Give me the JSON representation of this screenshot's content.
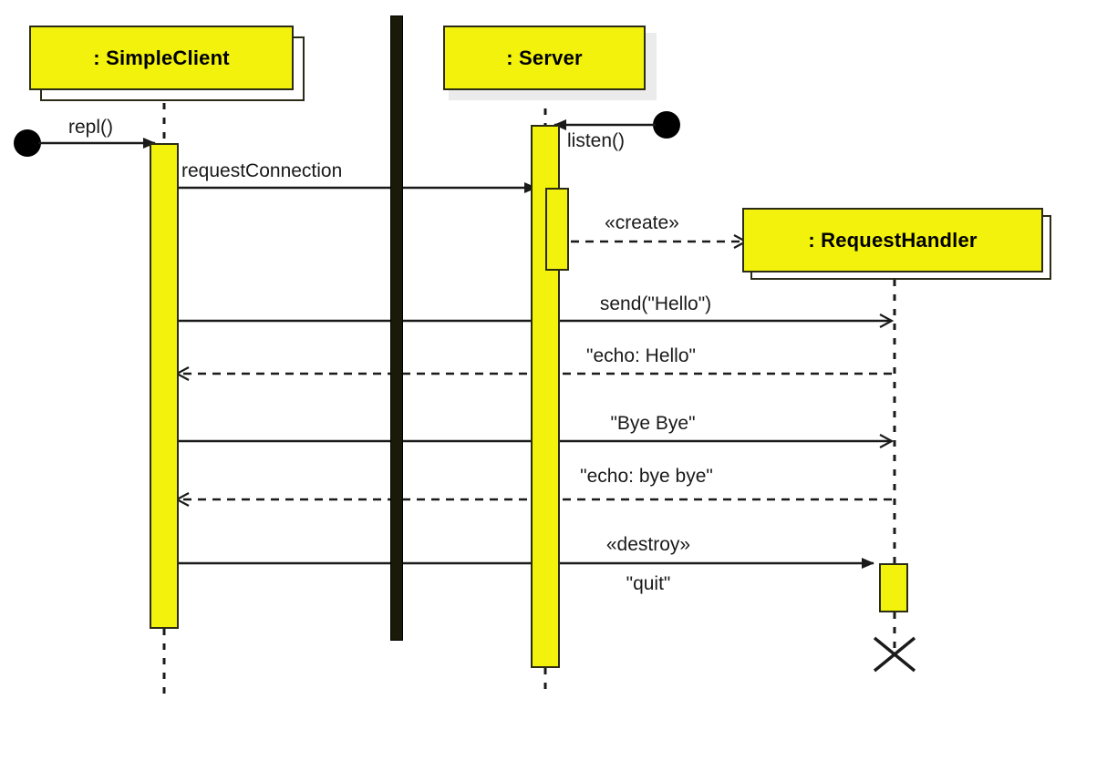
{
  "diagram": {
    "type": "uml-sequence-diagram",
    "title": "",
    "colors": {
      "lifeline_fill": "#f2f20d",
      "lifeline_stroke": "#2b2b16",
      "line": "#1a1a1a",
      "blocking_bar": "#1a1a08",
      "background": "#ffffff"
    },
    "participants": [
      {
        "id": "client",
        "label": ": SimpleClient",
        "shadow": "outline"
      },
      {
        "id": "server",
        "label": ": Server",
        "shadow": "soft"
      },
      {
        "id": "handler",
        "label": ": RequestHandler",
        "shadow": "outline"
      }
    ],
    "messages": [
      {
        "id": "m1",
        "label": "repl()",
        "from": "found",
        "to": "client",
        "kind": "call",
        "arrow": "solid-filled"
      },
      {
        "id": "m2",
        "label": "listen()",
        "from": "found",
        "to": "server",
        "kind": "call",
        "arrow": "solid-filled"
      },
      {
        "id": "m3",
        "label": "requestConnection",
        "from": "client",
        "to": "server",
        "kind": "call",
        "arrow": "solid-filled"
      },
      {
        "id": "m4",
        "label": "«create»",
        "from": "server",
        "to": "handler",
        "kind": "create",
        "arrow": "dashed-open"
      },
      {
        "id": "m5",
        "label": "send(\"Hello\")",
        "from": "client",
        "to": "handler",
        "kind": "call",
        "arrow": "solid-open"
      },
      {
        "id": "m6",
        "label": "\"echo: Hello\"",
        "from": "handler",
        "to": "client",
        "kind": "return",
        "arrow": "dashed-open"
      },
      {
        "id": "m7",
        "label": "\"Bye Bye\"",
        "from": "client",
        "to": "handler",
        "kind": "call",
        "arrow": "solid-open"
      },
      {
        "id": "m8",
        "label": "\"echo: bye bye\"",
        "from": "handler",
        "to": "client",
        "kind": "return",
        "arrow": "dashed-open"
      },
      {
        "id": "m9",
        "label": "«destroy»",
        "from": "client",
        "to": "handler",
        "kind": "destroy",
        "arrow": "solid-filled"
      },
      {
        "id": "m10",
        "label": "\"quit\"",
        "from": "client",
        "to": "handler",
        "kind": "note",
        "arrow": "none"
      }
    ],
    "destruction": {
      "participant": "handler",
      "marker": "x-cross"
    }
  }
}
